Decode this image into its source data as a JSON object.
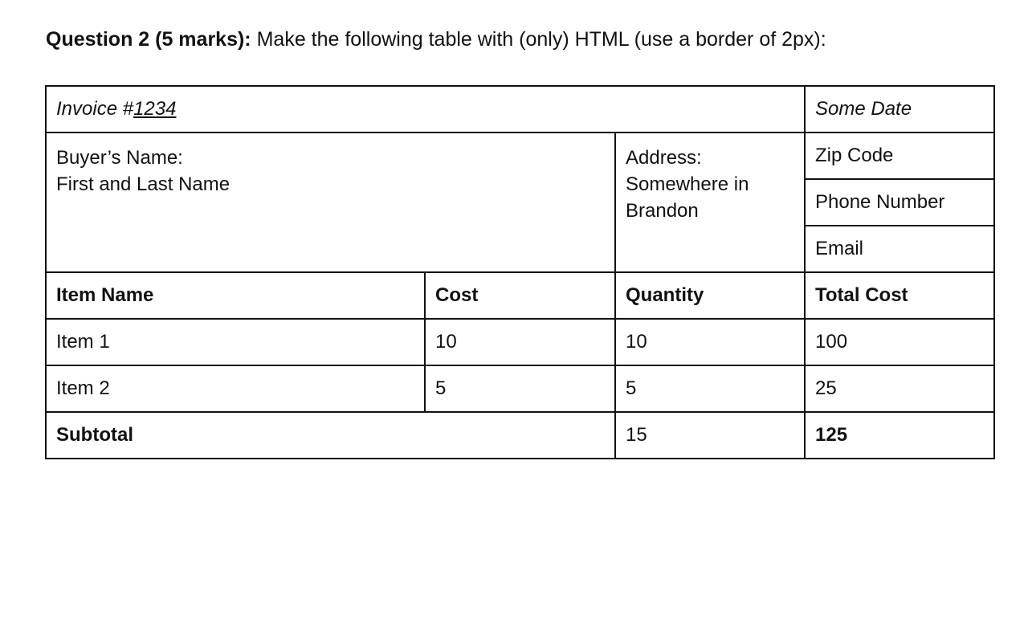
{
  "question": {
    "bold_prefix": "Question 2 (5 marks):",
    "text": " Make the following table with (only) HTML (use a border of 2px):"
  },
  "invoice": {
    "label": "Invoice #",
    "number": "1234",
    "date": "Some Date"
  },
  "buyer": {
    "label": "Buyer’s Name:",
    "name": "First and Last Name"
  },
  "address": {
    "label": "Address:",
    "line1": "Somewhere in",
    "line2": "Brandon"
  },
  "contact": {
    "zip": "Zip Code",
    "phone": "Phone Number",
    "email": "Email"
  },
  "headers": [
    "Item Name",
    "Cost",
    "Quantity",
    "Total Cost"
  ],
  "items": [
    {
      "name": "Item 1",
      "cost": "10",
      "quantity": "10",
      "total": "100"
    },
    {
      "name": "Item 2",
      "cost": "5",
      "quantity": "5",
      "total": "25"
    }
  ],
  "subtotal": {
    "label": "Subtotal",
    "quantity": "15",
    "total": "125"
  }
}
